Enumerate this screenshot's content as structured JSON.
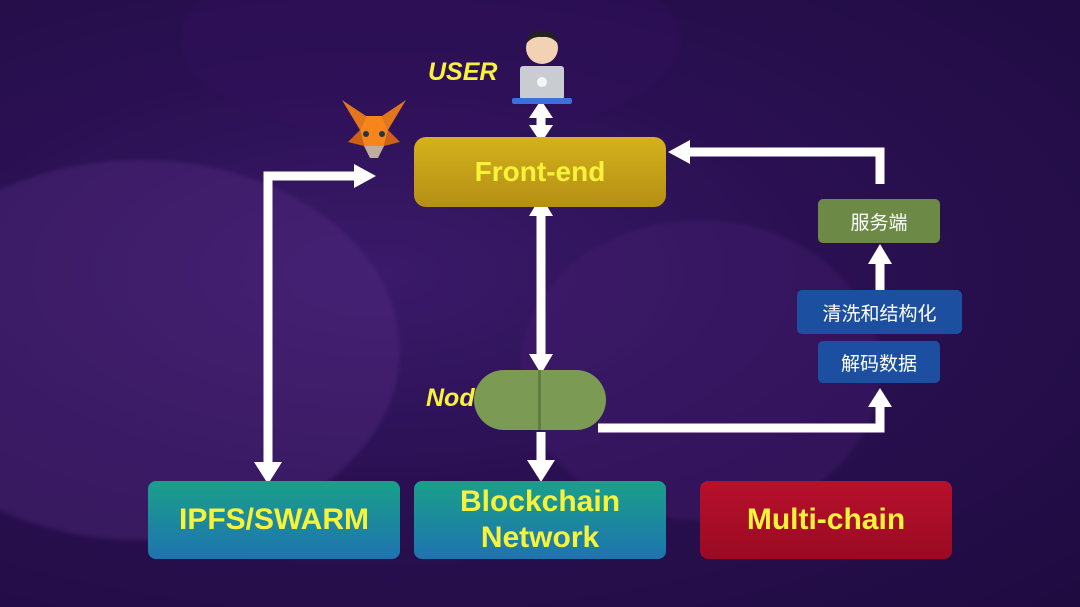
{
  "user": {
    "label": "USER"
  },
  "node": {
    "label": "Node"
  },
  "frontend": {
    "label": "Front-end"
  },
  "bottom_boxes": {
    "ipfs": "IPFS/SWARM",
    "blockchain_line1": "Blockchain",
    "blockchain_line2": "Network",
    "multichain": "Multi-chain"
  },
  "pipeline": {
    "server": "服务端",
    "clean": "清洗和结构化",
    "decode": "解码数据"
  },
  "icons": {
    "user": "user-laptop-icon",
    "wallet": "metamask-fox-icon"
  },
  "colors": {
    "accent_text": "#f7f23a",
    "frontend": "#c9a41a",
    "node": "#7c9a5a",
    "server_box": "#6f8a4a",
    "pipeline_box": "#1f4d96",
    "multichain": "#b0102a"
  }
}
